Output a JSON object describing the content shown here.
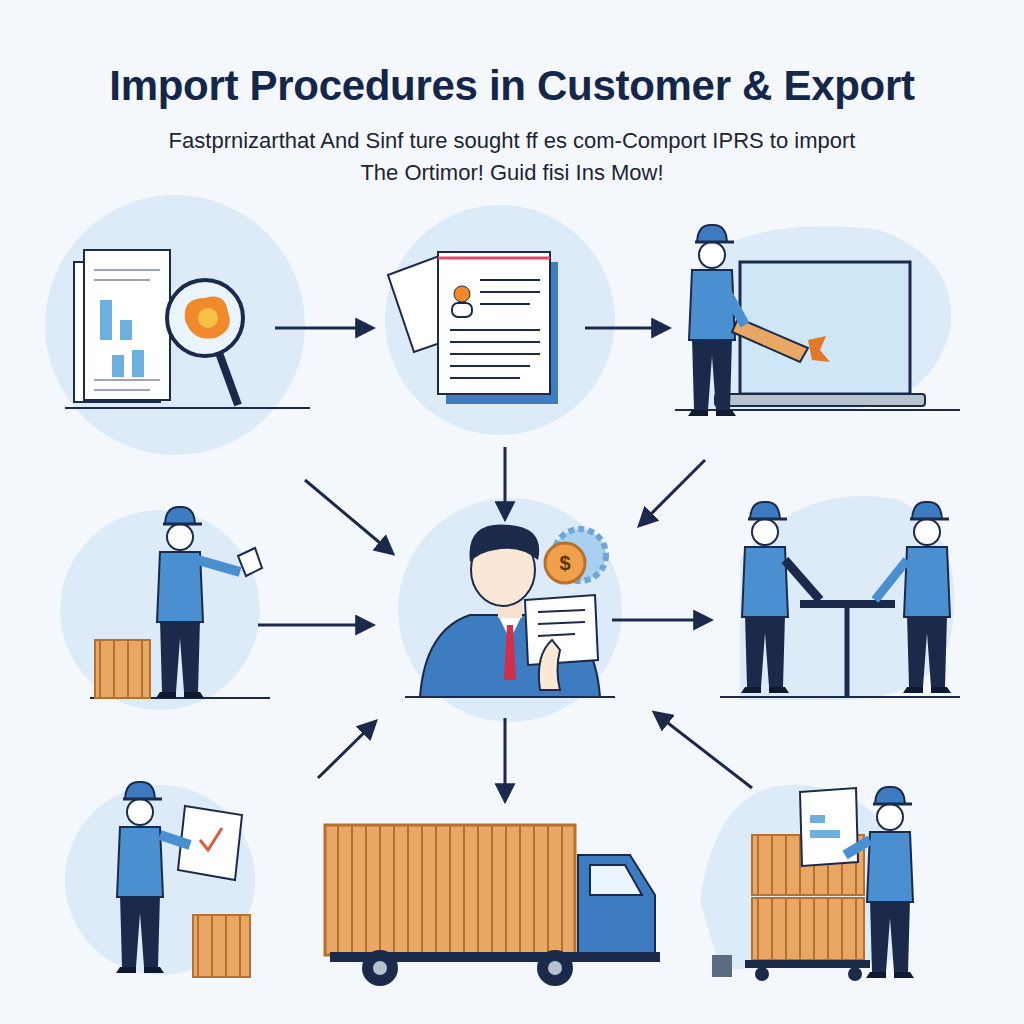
{
  "diagram": {
    "title": "Import Procedures in Customer & Export",
    "labels": [
      "Fastprnizarthat And Sinf ture sought ff es com-Comport IPRS to import",
      "The Ortimor! Guid fisi Ins Mow!",
      "$"
    ]
  }
}
